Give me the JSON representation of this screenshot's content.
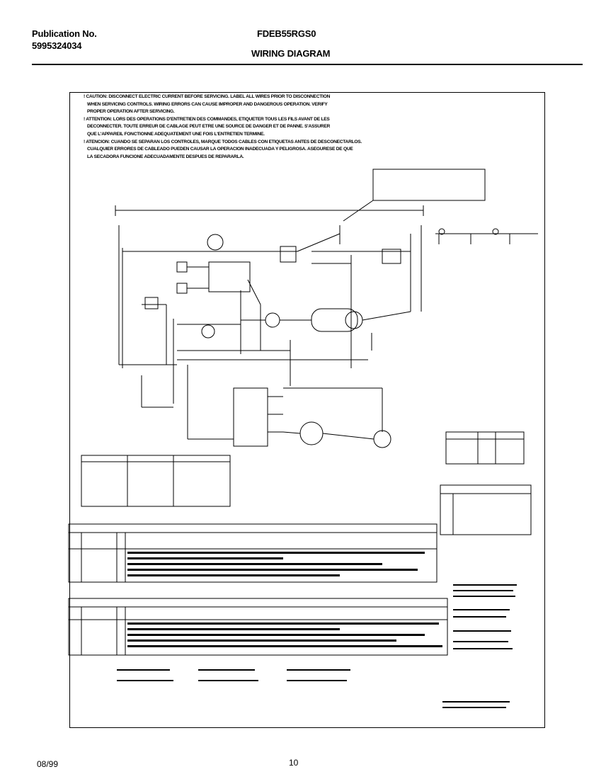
{
  "header": {
    "publication_label": "Publication No.",
    "publication_number": "5995324034",
    "model": "FDEB55RGS0",
    "title": "WIRING DIAGRAM"
  },
  "caution": {
    "english_line1": "! CAUTION: DISCONNECT ELECTRIC CURRENT BEFORE SERVICING. LABEL ALL WIRES PRIOR TO DISCONNECTION",
    "english_line2": "WHEN SERVICING CONTROLS. WIRING ERRORS CAN CAUSE IMPROPER AND DANGEROUS OPERATION. VERIFY",
    "english_line3": "PROPER OPERATION AFTER SERVICING.",
    "french_line1": "! ATTENTION: LORS DES OPERATIONS D'ENTRETIEN DES COMMANDES, ETIQUETER TOUS LES FILS AVANT DE LES",
    "french_line2": "DECONNECTER. TOUTE ERREUR DE CABLAGE PEUT ETRE UNE SOURCE DE DANGER ET DE PANNE. S'ASSURER",
    "french_line3": "QUE L'APPAREIL FONCTIONNE ADEQUATEMENT UNE FOIS L'ENTRETIEN TERMINE.",
    "spanish_line1": "! ATENCION: CUANDO SE SEPARAN LOS CONTROLES, MARQUE TODOS CABLES CON ETIQUETAS ANTES DE DESCONECTARLOS.",
    "spanish_line2": "CUALQUIER ERRORES DE CABLEADO PUEDEN CAUSAR LA OPERACION INADECUADA Y PELIGROSA. ASEGURESE DE QUE",
    "spanish_line3": "LA SECADORA FUNCIONE ADECUADAMENTE DESPUES DE REPARARLA."
  },
  "footer": {
    "date": "08/99",
    "page": "10"
  }
}
